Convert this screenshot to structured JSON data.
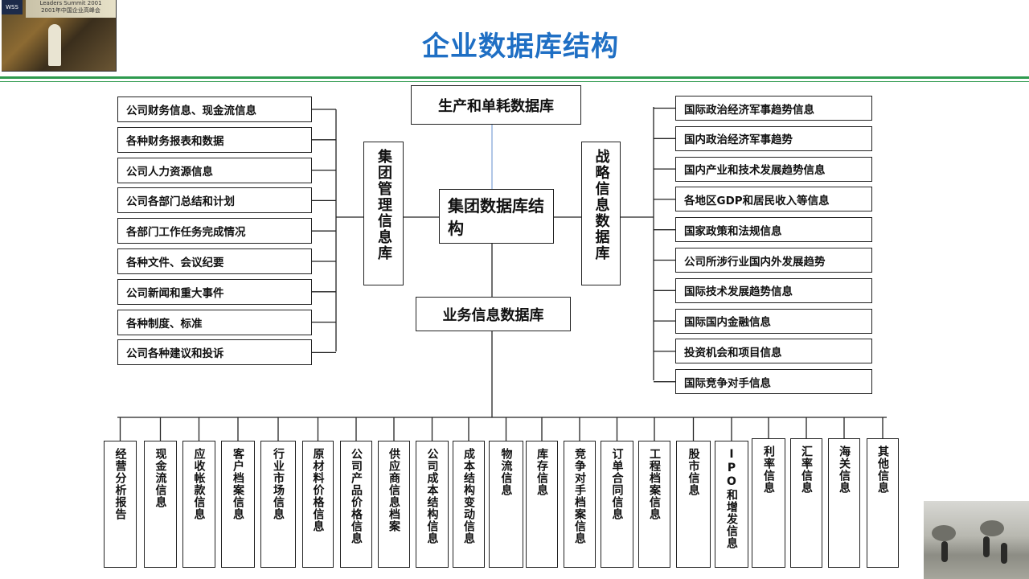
{
  "title": "企业数据库结构",
  "photo_top_left": {
    "banner_line1": "Leaders Summit 2001",
    "banner_line2": "2001年中国企业高峰会",
    "logo": "WSS"
  },
  "center": "集团数据库结构",
  "top_box": "生产和单耗数据库",
  "left_category": "集团管理信息库",
  "right_category": "战略信息数据库",
  "bottom_category": "业务信息数据库",
  "left_items": [
    "公司财务信息、现金流信息",
    "各种财务报表和数据",
    "公司人力资源信息",
    "公司各部门总结和计划",
    "各部门工作任务完成情况",
    "各种文件、会议纪要",
    "公司新闻和重大事件",
    "各种制度、标准",
    "公司各种建议和投诉"
  ],
  "right_items": [
    "国际政治经济军事趋势信息",
    "国内政治经济军事趋势",
    "国内产业和技术发展趋势信息",
    "各地区GDP和居民收入等信息",
    "国家政策和法规信息",
    "公司所涉行业国内外发展趋势",
    "国际技术发展趋势信息",
    "国际国内金融信息",
    "投资机会和项目信息",
    "国际竞争对手信息"
  ],
  "bottom_items": [
    "经营分析报告",
    "现金流信息",
    "应收帐款信息",
    "客户档案信息",
    "行业市场信息",
    "原材料价格信息",
    "公司产品价格信息",
    "供应商信息档案",
    "公司成本结构信息",
    "成本结构变动信息",
    "物流信息",
    "库存信息",
    "竞争对手档案信息",
    "订单合同信息",
    "工程档案信息",
    "股市信息",
    "IPO和增发信息",
    "利率信息",
    "汇率信息",
    "海关信息",
    "其他信息"
  ],
  "colors": {
    "title": "#1f6fc4",
    "rule": "#2e9a4e",
    "connector_top": "#7aa0d4"
  }
}
